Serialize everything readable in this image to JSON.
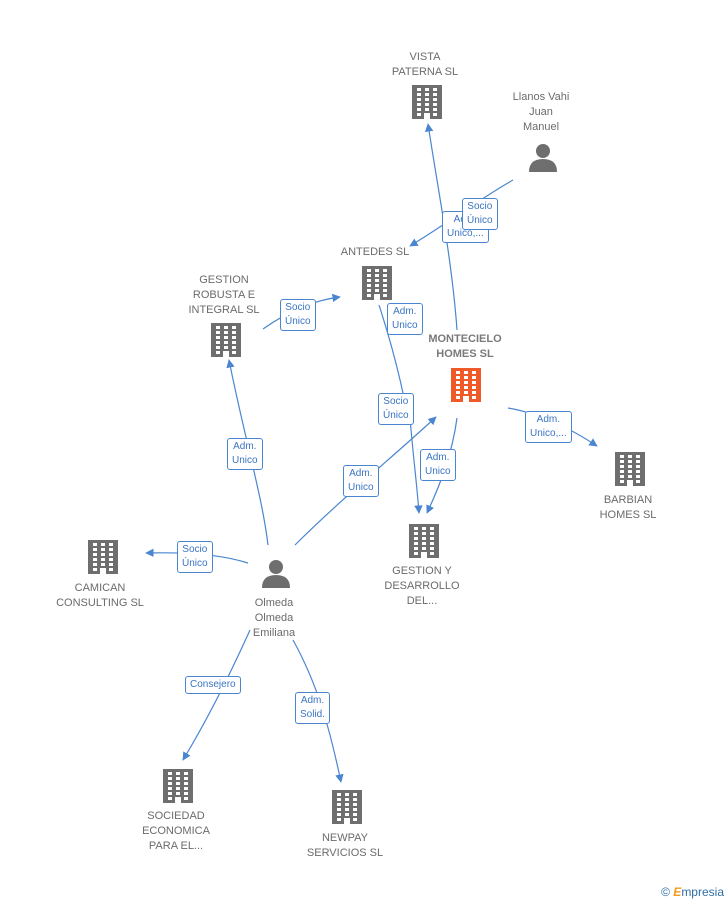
{
  "nodes": [
    {
      "id": "vista",
      "kind": "company",
      "label": [
        "VISTA",
        "PATERNA  SL"
      ],
      "color": "#6e6e6e"
    },
    {
      "id": "llanos",
      "kind": "person",
      "label": [
        "Llanos Vahi",
        "Juan",
        "Manuel"
      ],
      "color": "#6e6e6e"
    },
    {
      "id": "antedes",
      "kind": "company",
      "label": [
        "ANTEDES SL"
      ],
      "color": "#6e6e6e"
    },
    {
      "id": "gestion_robusta",
      "kind": "company",
      "label": [
        "GESTION",
        "ROBUSTA E",
        "INTEGRAL  SL"
      ],
      "color": "#6e6e6e"
    },
    {
      "id": "montecielo",
      "kind": "company",
      "label": [
        "MONTECIELO",
        "HOMES  SL"
      ],
      "color": "#f05a28",
      "focus": true
    },
    {
      "id": "barbian",
      "kind": "company",
      "label": [
        "BARBIAN",
        "HOMES  SL"
      ],
      "color": "#6e6e6e"
    },
    {
      "id": "gestion_desarrollo",
      "kind": "company",
      "label": [
        "GESTION Y",
        "DESARROLLO",
        "DEL..."
      ],
      "color": "#6e6e6e"
    },
    {
      "id": "camican",
      "kind": "company",
      "label": [
        "CAMICAN",
        "CONSULTING SL"
      ],
      "color": "#6e6e6e"
    },
    {
      "id": "olmeda",
      "kind": "person",
      "label": [
        "Olmeda",
        "Olmeda",
        "Emiliana"
      ],
      "color": "#6e6e6e"
    },
    {
      "id": "sociedad",
      "kind": "company",
      "label": [
        "SOCIEDAD",
        "ECONOMICA",
        "PARA EL..."
      ],
      "color": "#6e6e6e"
    },
    {
      "id": "newpay",
      "kind": "company",
      "label": [
        "NEWPAY",
        "SERVICIOS  SL"
      ],
      "color": "#6e6e6e"
    }
  ],
  "edges": [
    {
      "from": "montecielo",
      "to": "vista",
      "label": [
        "Adm.",
        "Unico,..."
      ]
    },
    {
      "from": "llanos",
      "to": "antedes",
      "label": [
        "Socio",
        "Único"
      ]
    },
    {
      "from": "gestion_robusta",
      "to": "antedes",
      "label": [
        "Socio",
        "Único"
      ]
    },
    {
      "from": "antedes",
      "to": "gestion_desarrollo",
      "label": [
        "Adm.",
        "Unico"
      ]
    },
    {
      "from": "montecielo",
      "to": "barbian",
      "label": [
        "Adm.",
        "Unico,..."
      ]
    },
    {
      "from": "montecielo",
      "to": "gestion_desarrollo",
      "label": [
        "Adm.",
        "Unico"
      ]
    },
    {
      "from": "olmeda",
      "to": "gestion_robusta",
      "label": [
        "Adm.",
        "Unico"
      ]
    },
    {
      "from": "olmeda",
      "to": "montecielo",
      "label": [
        "Adm.",
        "Unico"
      ]
    },
    {
      "from": "olmeda",
      "to": "camican",
      "label": [
        "Socio",
        "Único"
      ]
    },
    {
      "from": "olmeda",
      "to": "sociedad",
      "label": [
        "Consejero"
      ]
    },
    {
      "from": "olmeda",
      "to": "newpay",
      "label": [
        "Adm.",
        "Solid."
      ]
    },
    {
      "from": "antedes",
      "to": "gestion_desarrollo",
      "label": [
        "Socio",
        "Único"
      ]
    }
  ],
  "brand": {
    "copyright": "©",
    "name_first": "E",
    "name_rest": "mpresia"
  }
}
